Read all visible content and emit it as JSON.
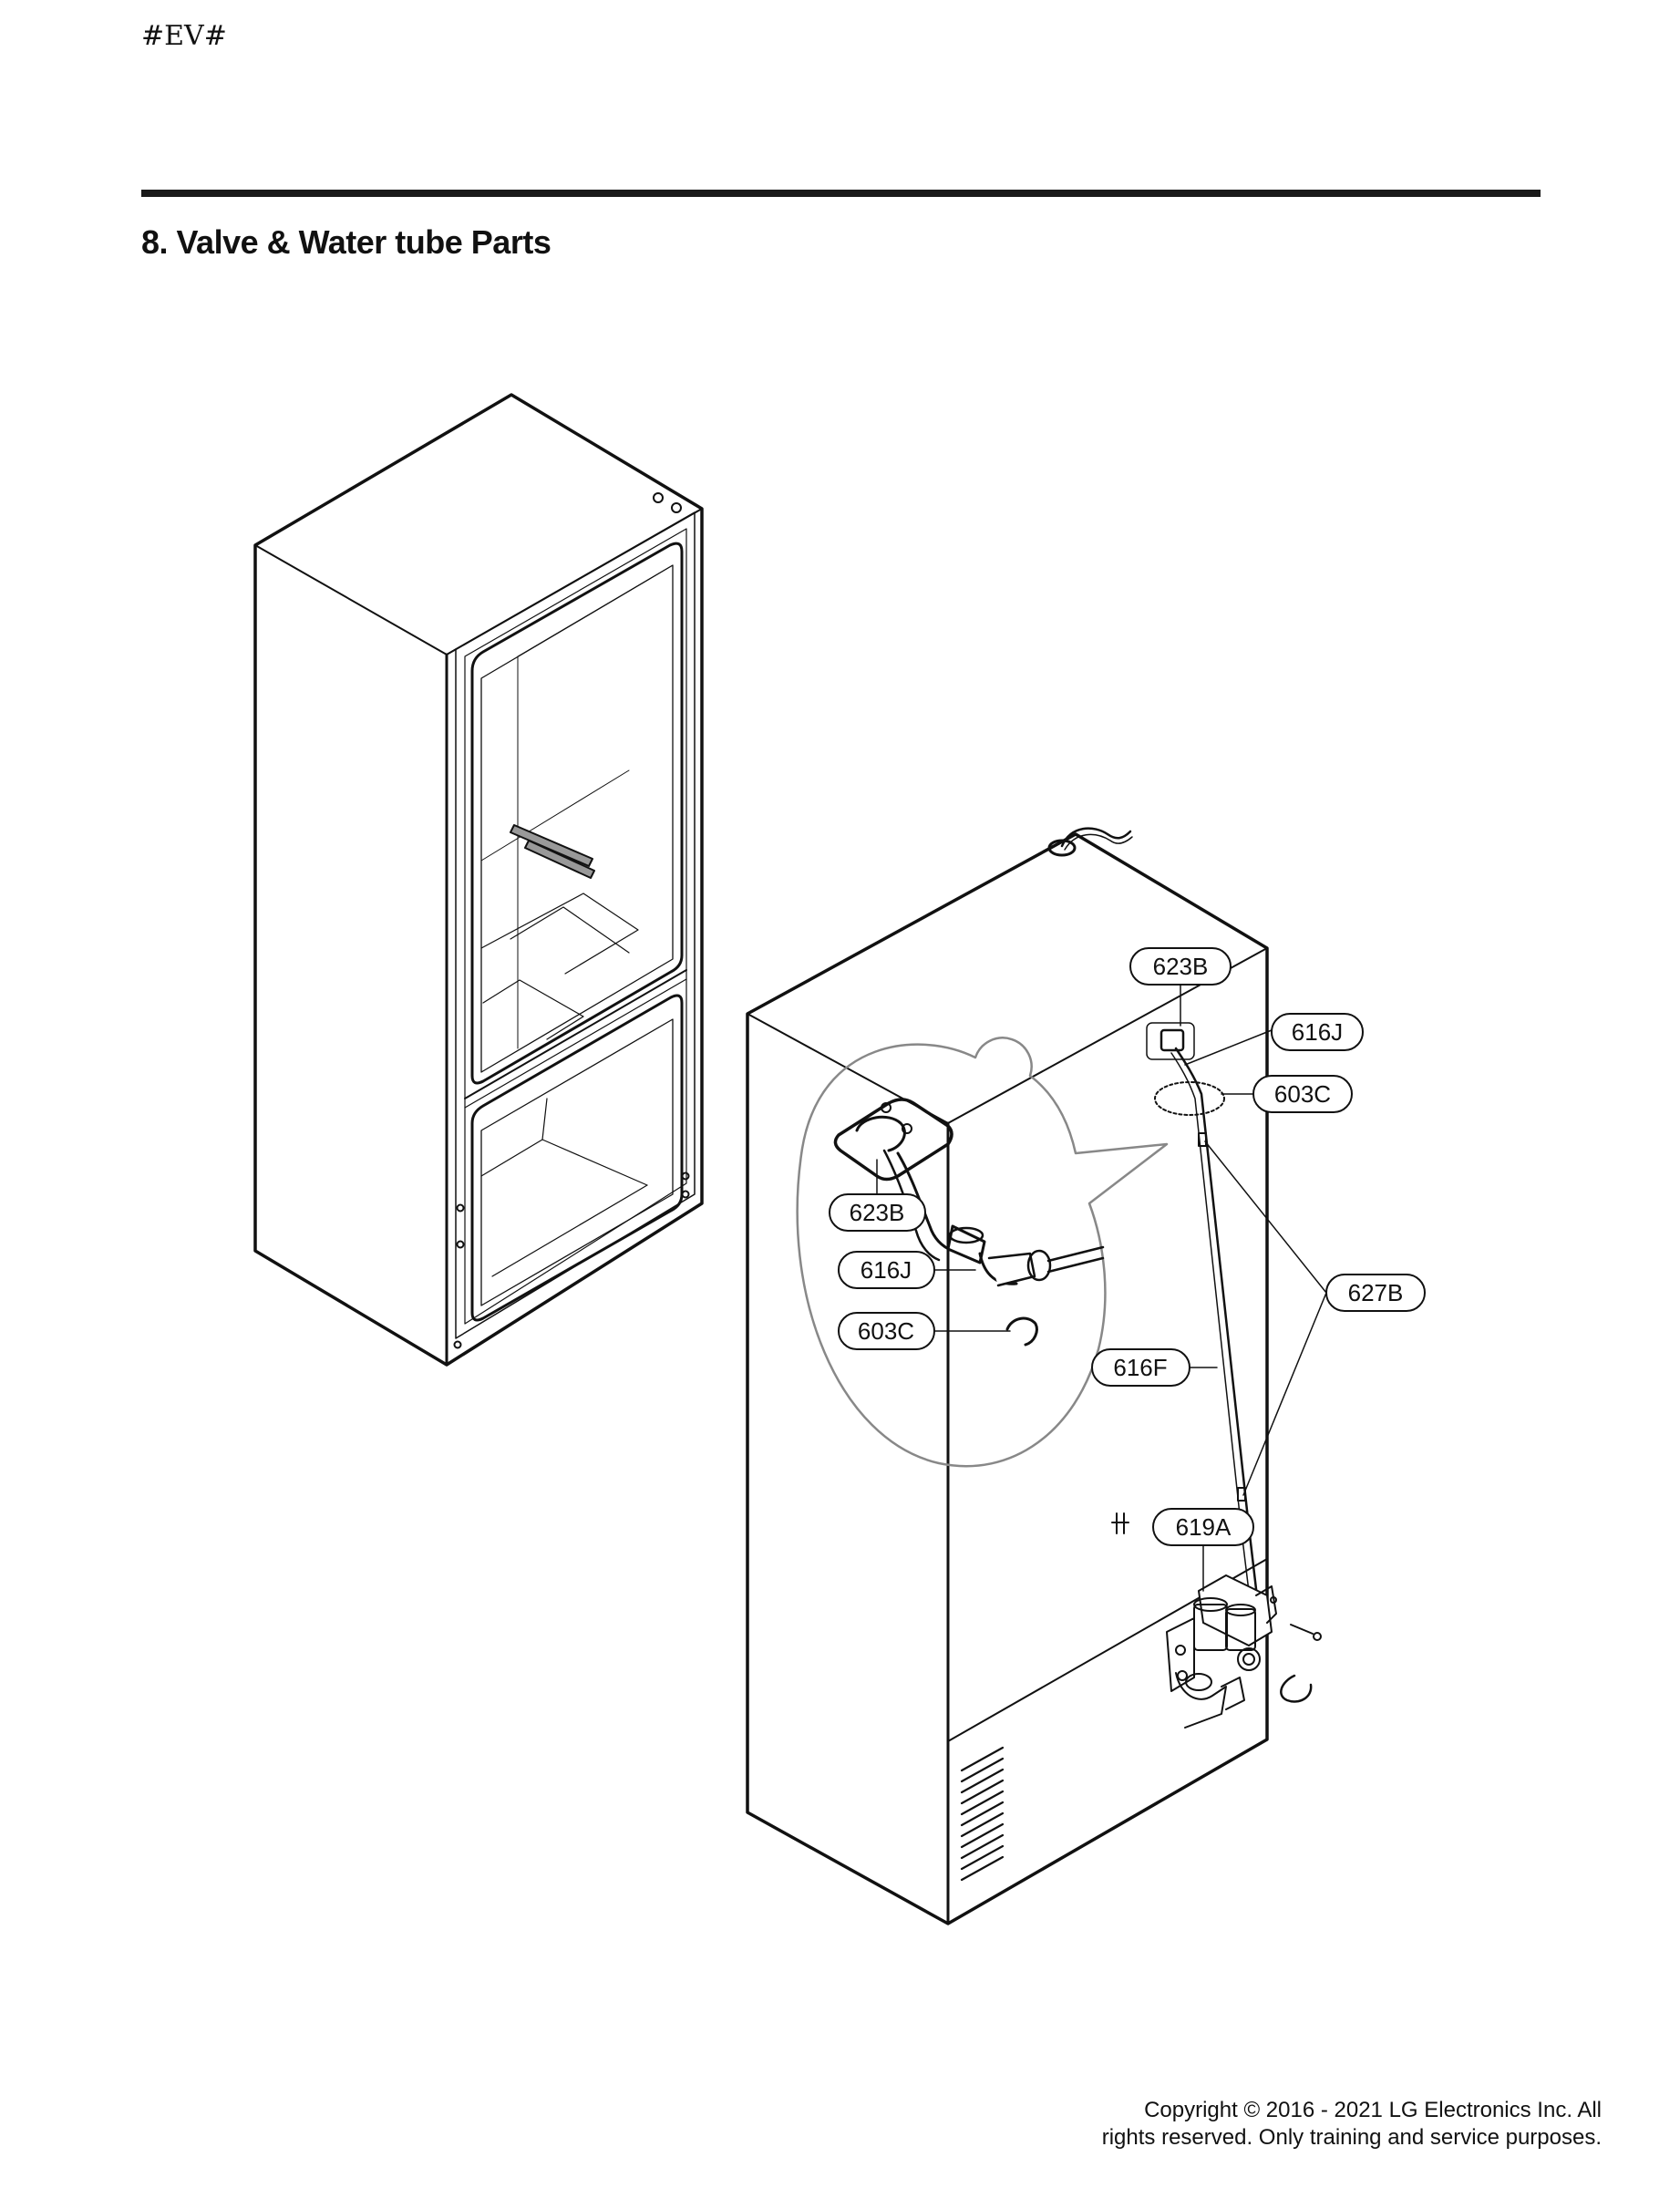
{
  "header": {
    "code": "#EV#"
  },
  "section": {
    "title": "8. Valve & Water tube Parts"
  },
  "callouts": {
    "c623B_main": "623B",
    "c616J_main": "616J",
    "c603C_main": "603C",
    "c627B": "627B",
    "c616F": "616F",
    "c619A": "619A",
    "c623B_detail": "623B",
    "c616J_detail": "616J",
    "c603C_detail": "603C"
  },
  "footer": {
    "line1": "Copyright © 2016 - 2021 LG Electronics Inc. All",
    "line2": "rights reserved. Only training and service purposes."
  }
}
